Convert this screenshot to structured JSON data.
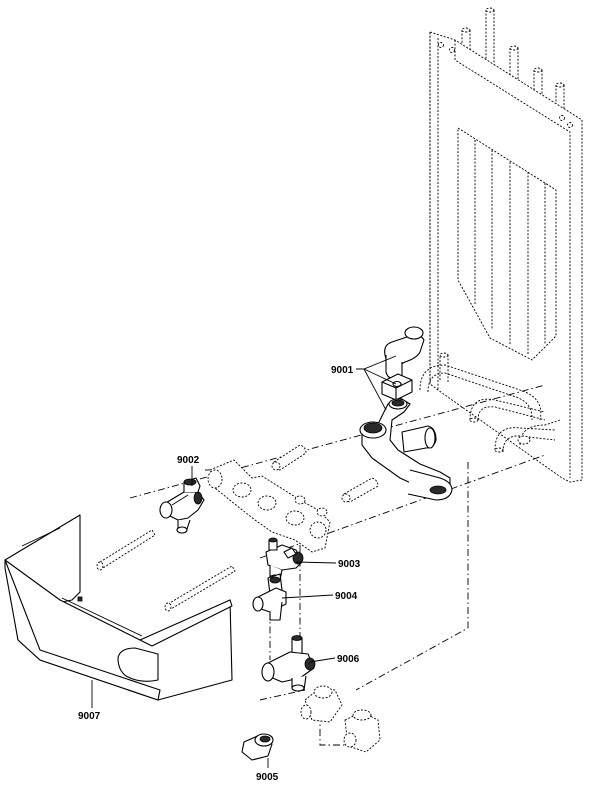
{
  "parts": [
    {
      "id": "9001",
      "label": "9001"
    },
    {
      "id": "9002",
      "label": "9002"
    },
    {
      "id": "9003",
      "label": "9003"
    },
    {
      "id": "9004",
      "label": "9004"
    },
    {
      "id": "9005",
      "label": "9005"
    },
    {
      "id": "9006",
      "label": "9006"
    },
    {
      "id": "9007",
      "label": "9007"
    }
  ]
}
